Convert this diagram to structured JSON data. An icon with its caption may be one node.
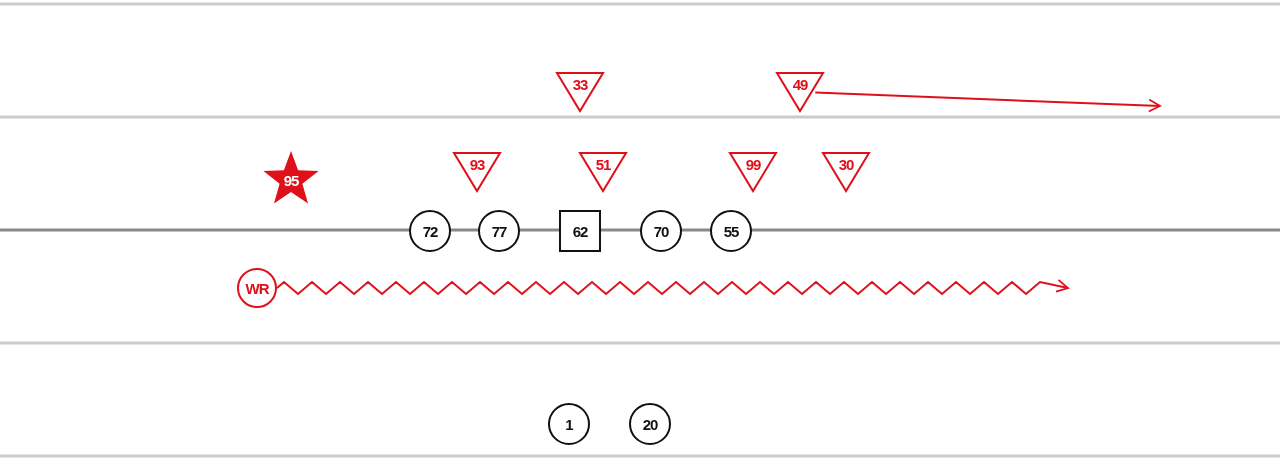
{
  "diagram": {
    "nodes": [
      {
        "text": [
          "33"
        ]
      },
      {
        "text": [
          "49"
        ]
      },
      {
        "text": [
          "95"
        ]
      },
      {
        "text": [
          "93"
        ]
      },
      {
        "text": [
          "51"
        ]
      },
      {
        "text": [
          "99"
        ]
      },
      {
        "text": [
          "30"
        ]
      },
      {
        "text": [
          "72"
        ]
      },
      {
        "text": [
          "77"
        ]
      },
      {
        "text": [
          "62"
        ]
      },
      {
        "text": [
          "70"
        ]
      },
      {
        "text": [
          "55"
        ]
      },
      {
        "text": [
          "WR"
        ]
      },
      {
        "text": [
          "1"
        ]
      },
      {
        "text": [
          "20"
        ]
      }
    ],
    "edges": [
      {
        "from": 1,
        "to": null,
        "arrow": "to"
      },
      {
        "from": 12,
        "to": null,
        "arrow": "to"
      }
    ]
  }
}
